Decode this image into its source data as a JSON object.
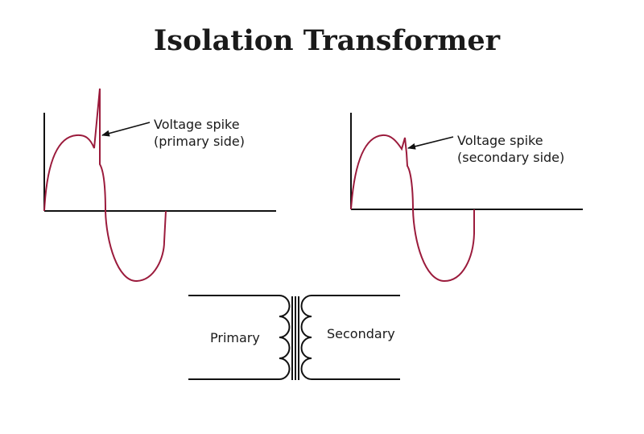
{
  "title": "Isolation Transformer",
  "primary_wave": {
    "annotation_line1": "Voltage spike",
    "annotation_line2": "(primary side)"
  },
  "secondary_wave": {
    "annotation_line1": "Voltage spike",
    "annotation_line2": "(secondary side)"
  },
  "transformer": {
    "primary_label": "Primary",
    "secondary_label": "Secondary"
  },
  "colors": {
    "waveform": "#9b1b3c",
    "line": "#111111",
    "text": "#1a1a1a"
  }
}
